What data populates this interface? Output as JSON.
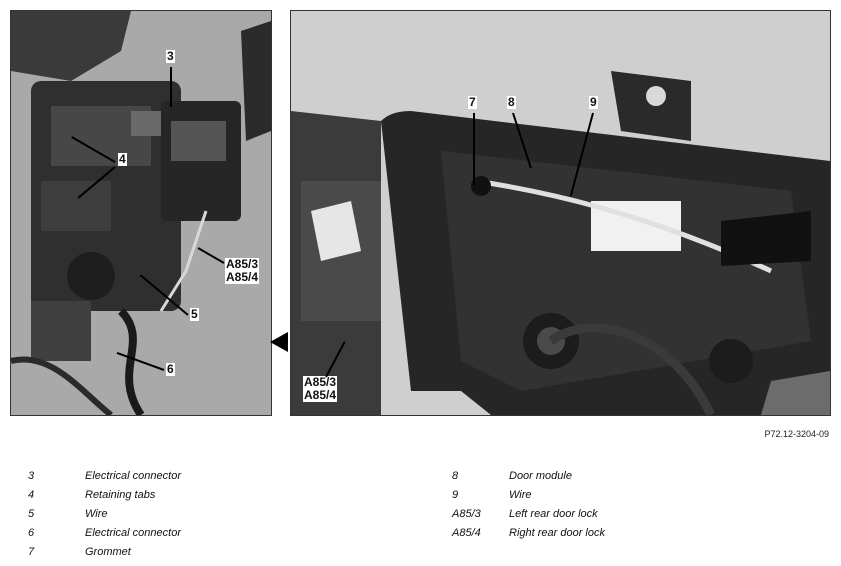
{
  "figure": {
    "id": "P72.12-3204-09"
  },
  "callouts": {
    "c3": "3",
    "c4": "4",
    "c5": "5",
    "c6": "6",
    "c7": "7",
    "c8": "8",
    "c9": "9",
    "lock_left_a": "A85/3",
    "lock_left_b": "A85/4",
    "lock_right_a": "A85/3",
    "lock_right_b": "A85/4"
  },
  "legend": {
    "left": [
      {
        "code": "3",
        "text": "Electrical connector"
      },
      {
        "code": "4",
        "text": "Retaining tabs"
      },
      {
        "code": "5",
        "text": "Wire"
      },
      {
        "code": "6",
        "text": "Electrical connector"
      },
      {
        "code": "7",
        "text": "Grommet"
      }
    ],
    "right": [
      {
        "code": "8",
        "text": "Door module"
      },
      {
        "code": "9",
        "text": "Wire"
      },
      {
        "code": "A85/3",
        "text": "Left rear door lock"
      },
      {
        "code": "A85/4",
        "text": "Right rear door lock"
      }
    ]
  }
}
